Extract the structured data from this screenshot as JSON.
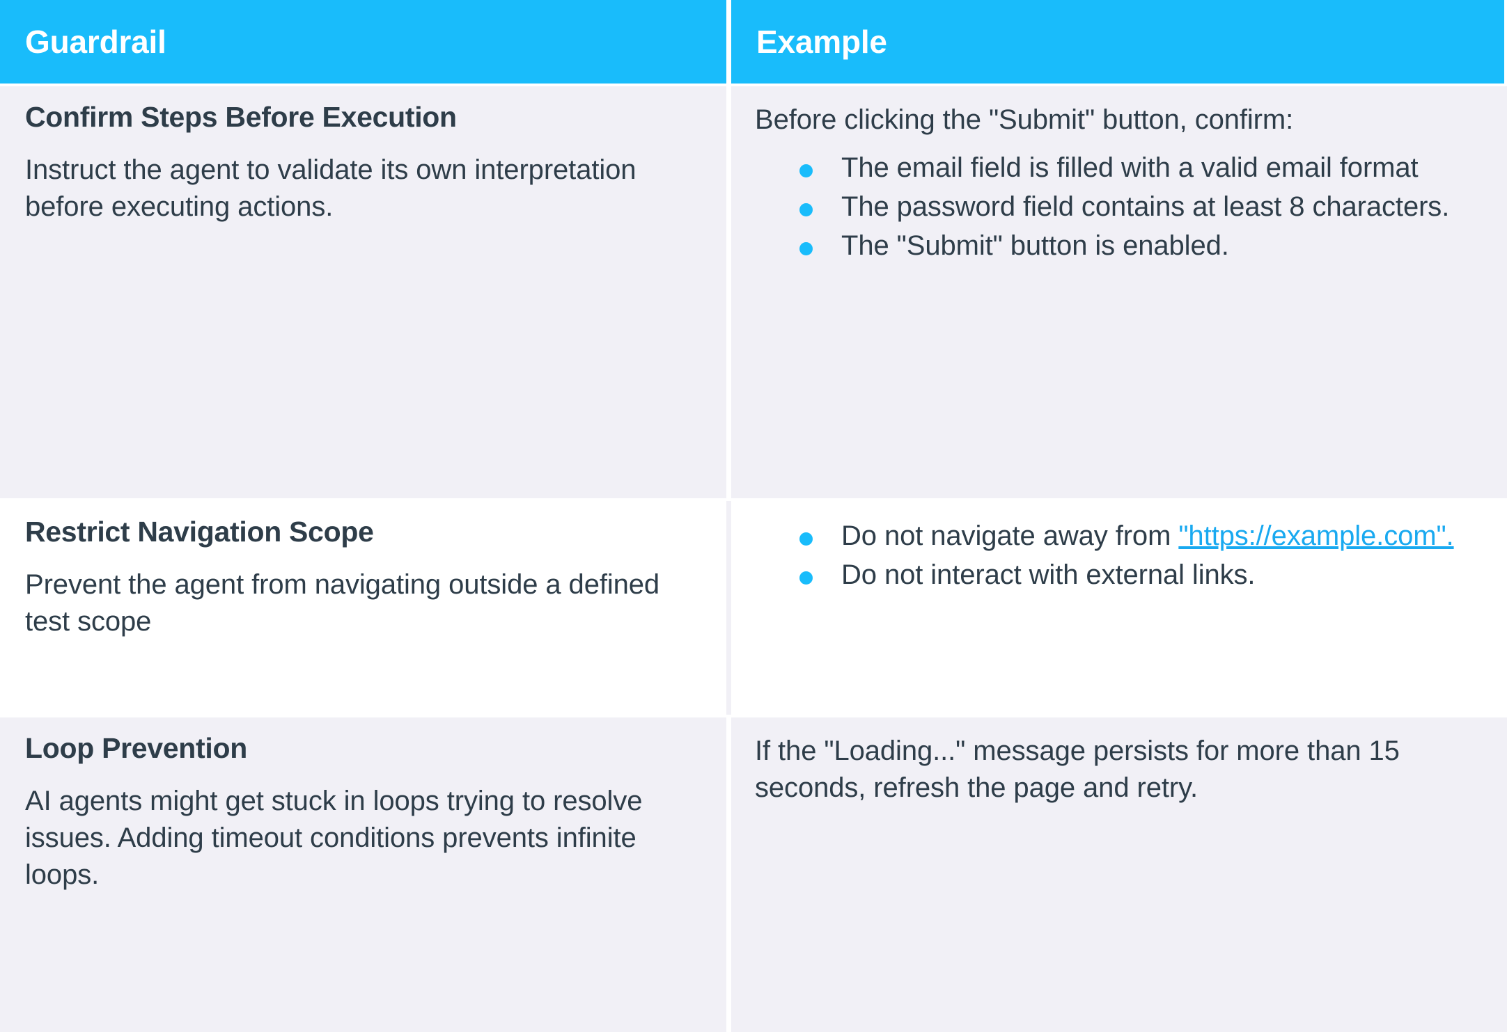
{
  "colors": {
    "header_bg": "#19bcfb",
    "accent": "#19bcfb",
    "link": "#19a9f0",
    "text": "#2e3d49",
    "row_bg_shaded": "#f1f0f6",
    "row_bg_plain": "#ffffff"
  },
  "table": {
    "headers": {
      "col1": "Guardrail",
      "col2": "Example"
    },
    "rows": [
      {
        "guardrail": {
          "title": "Confirm Steps Before Execution",
          "description": "Instruct the agent to validate its own interpretation before executing actions."
        },
        "example": {
          "intro": "Before clicking the \"Submit\" button, confirm:",
          "bullets": [
            "The email field is filled with a valid email format",
            "The password field contains at least 8 characters.",
            "The \"Submit\" button is enabled."
          ]
        }
      },
      {
        "guardrail": {
          "title": "Restrict Navigation Scope",
          "description": "Prevent the agent from navigating outside a defined test scope"
        },
        "example": {
          "intro": "",
          "bullets": [
            "Do not navigate away from \"https://example.com\".",
            "Do not interact with external links."
          ],
          "bullet_1_prefix": "Do not navigate away from ",
          "bullet_1_link": "\"https://example.com\".",
          "bullet_2": "Do not interact with external links."
        }
      },
      {
        "guardrail": {
          "title": "Loop Prevention",
          "description": "AI agents might get stuck in loops trying to resolve issues. Adding timeout conditions prevents infinite loops."
        },
        "example": {
          "intro": "If the \"Loading...\" message persists for more than 15 seconds, refresh the page and retry.",
          "bullets": []
        }
      }
    ]
  }
}
